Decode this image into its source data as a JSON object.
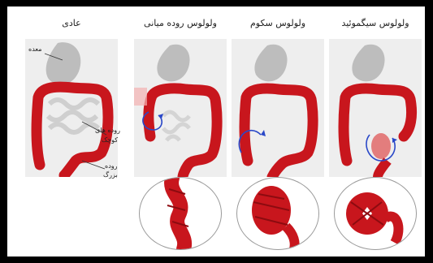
{
  "panels": [
    {
      "title": "عادی"
    },
    {
      "title": "ولولوس روده میانی"
    },
    {
      "title": "ولولوس سکوم"
    },
    {
      "title": "ولولوس سیگموئید"
    }
  ],
  "labels": {
    "stomach": "معده",
    "small_intestine_line1": "روده های",
    "small_intestine_line2": "کوچک",
    "large_intestine_line1": "روده",
    "large_intestine_line2": "بزرگ"
  },
  "colors": {
    "colon": "#c8161d",
    "colon_dark": "#8d0b10",
    "organ_gray": "#bdbdbd",
    "twist_arrow": "#2a48c8"
  }
}
